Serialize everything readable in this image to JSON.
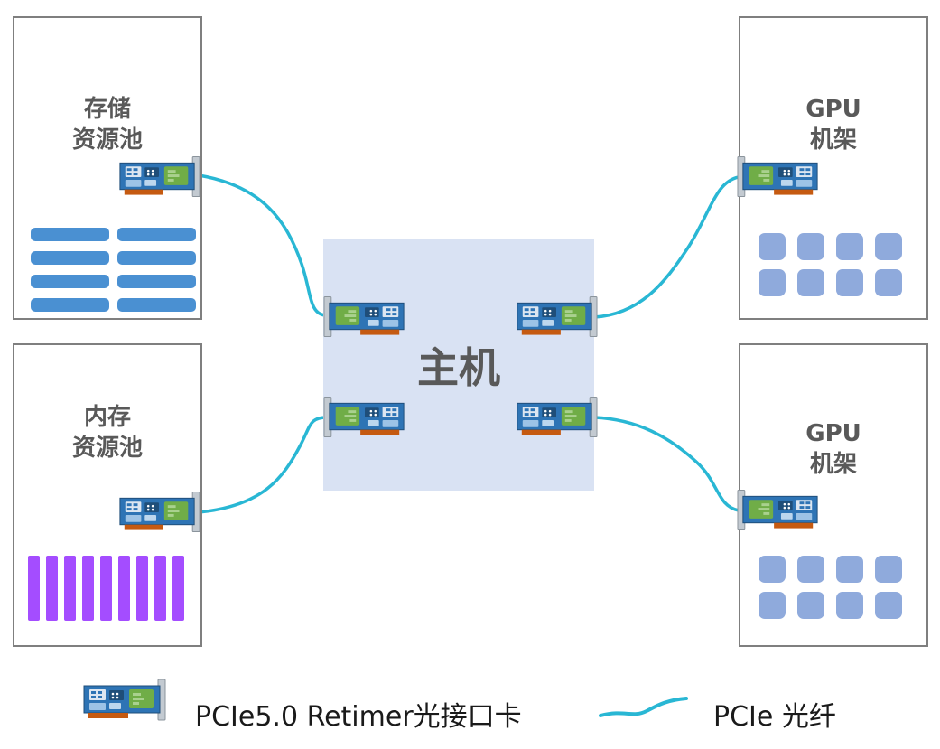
{
  "nodes": {
    "storage_pool": {
      "label": "存储\n资源池"
    },
    "memory_pool": {
      "label": "内存\n资源池"
    },
    "host": {
      "label": "主机"
    },
    "gpu_rack_top": {
      "label": "GPU\n机架"
    },
    "gpu_rack_bottom": {
      "label": "GPU\n机架"
    }
  },
  "legend": {
    "retimer_card": "PCIe5.0 Retimer光接口卡",
    "fiber": "PCIe 光纤"
  },
  "connections": [
    {
      "from": "storage_pool",
      "to": "host"
    },
    {
      "from": "memory_pool",
      "to": "host"
    },
    {
      "from": "host",
      "to": "gpu_rack_top"
    },
    {
      "from": "host",
      "to": "gpu_rack_bottom"
    }
  ],
  "counts": {
    "storage_bars": 8,
    "memory_dimms": 9,
    "gpu_chips_per_rack": 8,
    "host_retimer_cards": 4
  },
  "colors": {
    "fiber_cyan": "#29b7d4",
    "storage_bar_blue": "#4a90d2",
    "memory_bar_purple": "#a44dff",
    "gpu_square_blue": "#8faadc",
    "host_fill": "#d9e2f3",
    "box_border_gray": "#7f7f7f",
    "label_gray": "#595959",
    "card_board_blue": "#2e74b5",
    "card_chip_green": "#70ad47",
    "card_connector_orange": "#c55a11"
  }
}
